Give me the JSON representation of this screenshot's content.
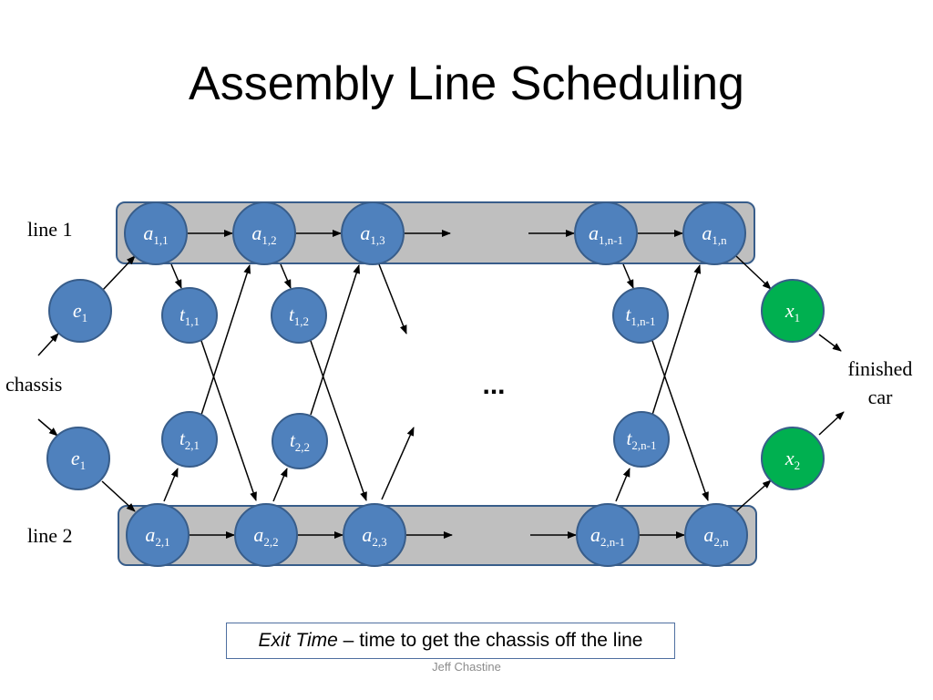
{
  "slide": {
    "title": "Assembly Line Scheduling",
    "footer": "Jeff Chastine"
  },
  "labels": {
    "line1": "line 1",
    "line2": "line 2",
    "chassis": "chassis",
    "finished": "finished",
    "car": "car",
    "ellipsis": "..."
  },
  "note": {
    "term": "Exit Time",
    "rest": " – time to get the chassis off the line"
  },
  "nodes": {
    "a11": {
      "base": "a",
      "sub": "1,1"
    },
    "a12": {
      "base": "a",
      "sub": "1,2"
    },
    "a13": {
      "base": "a",
      "sub": "1,3"
    },
    "a1n1": {
      "base": "a",
      "sub": "1,n-1"
    },
    "a1n": {
      "base": "a",
      "sub": "1,n"
    },
    "a21": {
      "base": "a",
      "sub": "2,1"
    },
    "a22": {
      "base": "a",
      "sub": "2,2"
    },
    "a23": {
      "base": "a",
      "sub": "2,3"
    },
    "a2n1": {
      "base": "a",
      "sub": "2,n-1"
    },
    "a2n": {
      "base": "a",
      "sub": "2,n"
    },
    "t11": {
      "base": "t",
      "sub": "1,1"
    },
    "t12": {
      "base": "t",
      "sub": "1,2"
    },
    "t1n1": {
      "base": "t",
      "sub": "1,n-1"
    },
    "t21": {
      "base": "t",
      "sub": "2,1"
    },
    "t22": {
      "base": "t",
      "sub": "2,2"
    },
    "t2n1": {
      "base": "t",
      "sub": "2,n-1"
    },
    "e1top": {
      "base": "e",
      "sub": "1"
    },
    "e1bot": {
      "base": "e",
      "sub": "1"
    },
    "x1": {
      "base": "x",
      "sub": "1"
    },
    "x2": {
      "base": "x",
      "sub": "2"
    }
  },
  "colors": {
    "node_fill": "#4f81bd",
    "node_stroke": "#385d8a",
    "exit_fill": "#00b050",
    "line_band": "#bfbfbf"
  }
}
